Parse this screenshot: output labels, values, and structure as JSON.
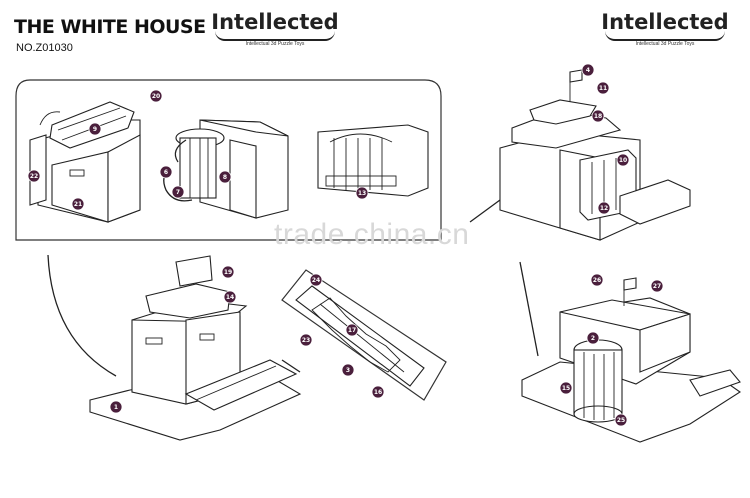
{
  "header": {
    "title": "THE WHITE HOUSE",
    "model_number": "NO.Z01030"
  },
  "brand": {
    "name": "Intellected",
    "tagline": "Intellectual 3d Puzzle Toys"
  },
  "watermark": "trade.china.cn",
  "parts": [
    {
      "label": "20"
    },
    {
      "label": "9"
    },
    {
      "label": "22"
    },
    {
      "label": "21"
    },
    {
      "label": "6"
    },
    {
      "label": "7"
    },
    {
      "label": "8"
    },
    {
      "label": "13"
    },
    {
      "label": "4"
    },
    {
      "label": "11"
    },
    {
      "label": "18"
    },
    {
      "label": "10"
    },
    {
      "label": "12"
    },
    {
      "label": "19"
    },
    {
      "label": "14"
    },
    {
      "label": "1"
    },
    {
      "label": "24"
    },
    {
      "label": "23"
    },
    {
      "label": "17"
    },
    {
      "label": "3"
    },
    {
      "label": "16"
    },
    {
      "label": "26"
    },
    {
      "label": "27"
    },
    {
      "label": "2"
    },
    {
      "label": "15"
    },
    {
      "label": "25"
    }
  ],
  "colors": {
    "badge": "#4a1f3c",
    "line": "#222222",
    "watermark": "#d8d8d8"
  }
}
